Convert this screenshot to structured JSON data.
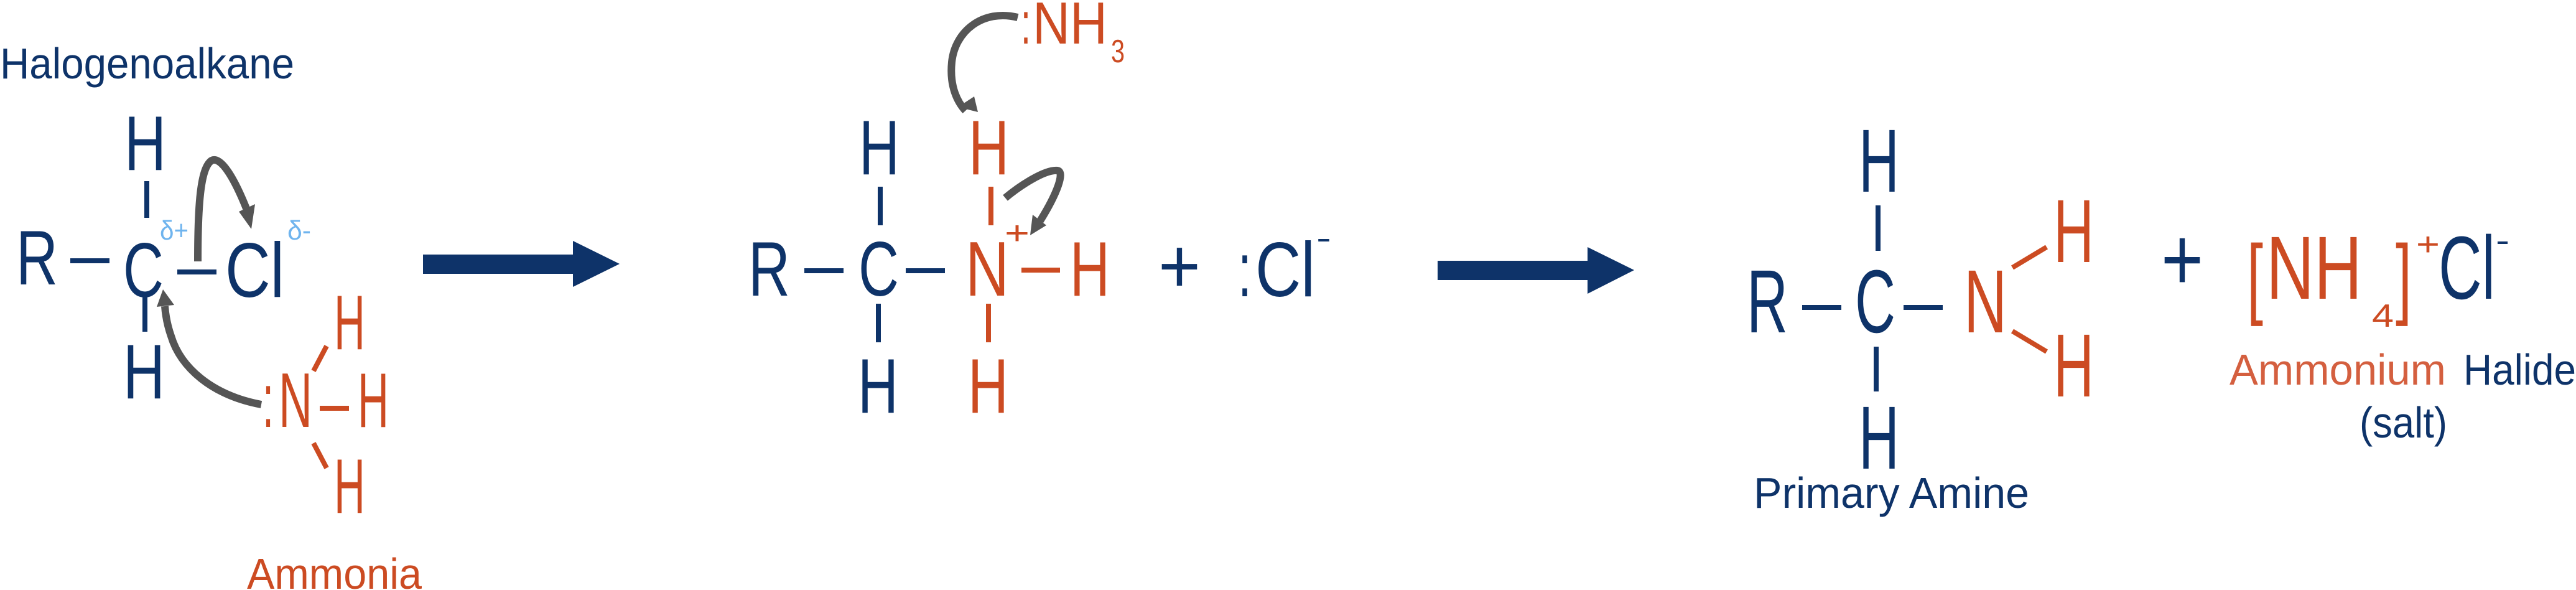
{
  "colors": {
    "navy": "#0e3369",
    "orange": "#cc4b22",
    "orange_light": "#d45f3f",
    "delta_blue": "#6fb4ee",
    "curly_arrow_gray": "#555555",
    "background": "#ffffff"
  },
  "reactants": {
    "halogenoalkane": {
      "label": "Halogenoalkane",
      "atoms": {
        "r": "R",
        "c": "C",
        "h_top": "H",
        "h_bottom": "H",
        "cl": "Cl"
      },
      "partial_charges": {
        "carbon": "δ+",
        "chlorine": "δ-"
      }
    },
    "ammonia": {
      "label": "Ammonia",
      "lone_pair": ":",
      "atoms": {
        "n": "N",
        "h_top": "H",
        "h_right": "H",
        "h_bottom": "H"
      }
    }
  },
  "reaction_arrows": [
    {
      "from": "reactants",
      "to": "intermediate",
      "direction": "right"
    },
    {
      "from": "intermediate",
      "to": "products",
      "direction": "right"
    }
  ],
  "intermediate": {
    "attacking_base": {
      "lone_pair": ":",
      "formula": "NH",
      "subscript": "3"
    },
    "atoms": {
      "r": "R",
      "c": "C",
      "c_h_top": "H",
      "c_h_bottom": "H",
      "n": "N",
      "n_charge": "+",
      "n_h_top": "H",
      "n_h_right": "H",
      "n_h_bottom": "H"
    },
    "plus": "+",
    "chloride": {
      "lone_pair": ":",
      "symbol": "Cl",
      "charge": "-"
    }
  },
  "products": {
    "primary_amine": {
      "label": "Primary Amine",
      "atoms": {
        "r": "R",
        "c": "C",
        "h_top": "H",
        "h_bottom": "H",
        "n": "N",
        "n_h_upper": "H",
        "n_h_lower": "H"
      }
    },
    "plus": "+",
    "ammonium_halide": {
      "open_bracket": "[",
      "formula": "NH",
      "subscript": "4",
      "close_bracket": "]",
      "cation_charge": "+",
      "anion": "Cl",
      "anion_charge": "-",
      "label_part1": "Ammonium",
      "label_part2": "Halide",
      "sublabel": "(salt)"
    }
  }
}
